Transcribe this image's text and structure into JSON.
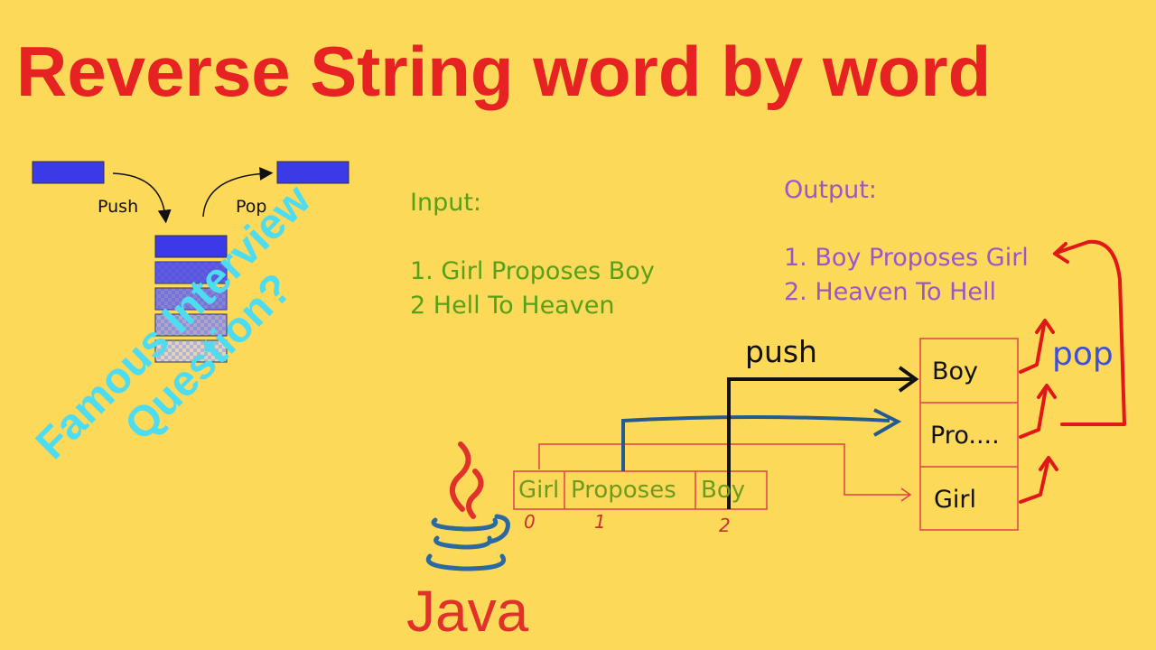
{
  "title": "Reverse String word by word",
  "stack_demo": {
    "push_label": "Push",
    "pop_label": "Pop"
  },
  "input": {
    "heading": "Input:",
    "lines": [
      "1. Girl Proposes Boy",
      "2  Hell To Heaven"
    ]
  },
  "output": {
    "heading": "Output:",
    "lines": [
      "1. Boy Proposes Girl",
      "2. Heaven To Hell"
    ]
  },
  "array": {
    "cells": [
      "Girl",
      "Proposes",
      "Boy"
    ],
    "indices": [
      "0",
      "1",
      "2"
    ]
  },
  "stack": {
    "items": [
      "Boy",
      "Pro....",
      "Girl"
    ],
    "push_label": "push",
    "pop_label": "pop"
  },
  "rotated_caption": [
    "Famous Interview",
    "Question?"
  ],
  "java_label": "Java",
  "icons": [
    "java-logo-icon",
    "curved-arrow-icon"
  ],
  "colors": {
    "background": "#fdd95a",
    "title": "#e62222",
    "input_text": "#58a018",
    "output_text": "#9a57c8",
    "caption": "#4ddcf0",
    "annotation_red": "#e01818",
    "stack_block": "#3a3ae8"
  }
}
